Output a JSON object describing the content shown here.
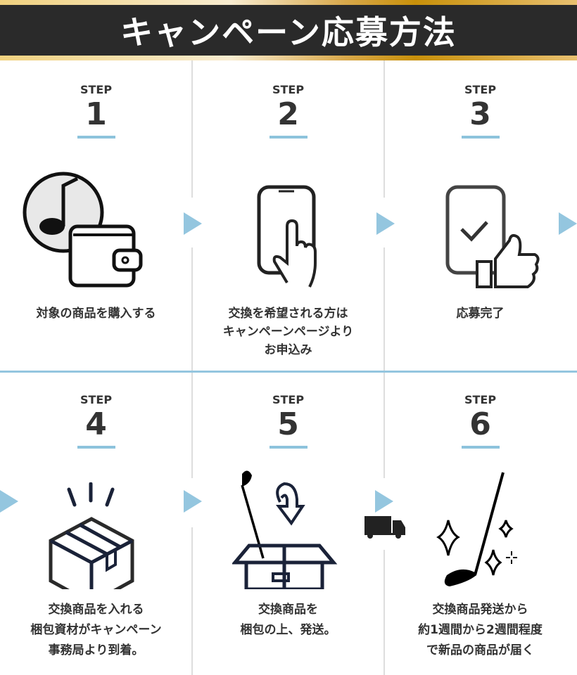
{
  "title": "キャンペーン応募方法",
  "colors": {
    "accent": "#94c6df",
    "header_bg": "#2a2a2a",
    "gold": "#c8900a"
  },
  "steps": [
    {
      "label": "STEP",
      "number": "1",
      "icon": "wallet-music-icon",
      "lines": [
        "対象の商品を購入する"
      ]
    },
    {
      "label": "STEP",
      "number": "2",
      "icon": "smartphone-tap-icon",
      "lines": [
        "交換を希望される方は",
        "キャンペーンページより",
        "お申込み"
      ]
    },
    {
      "label": "STEP",
      "number": "3",
      "icon": "smartphone-check-thumbs-up-icon",
      "lines": [
        "応募完了"
      ]
    },
    {
      "label": "STEP",
      "number": "4",
      "icon": "package-box-icon",
      "lines": [
        "交換商品を入れる",
        "梱包資材がキャンペーン",
        "事務局より到着。"
      ]
    },
    {
      "label": "STEP",
      "number": "5",
      "icon": "open-box-golf-club-icon",
      "lines": [
        "交換商品を",
        "梱包の上、発送。"
      ]
    },
    {
      "label": "STEP",
      "number": "6",
      "icon": "golf-club-sparkle-icon",
      "lines": [
        "交換商品発送から",
        "約1週間から2週間程度",
        "で新品の商品が届く"
      ]
    }
  ]
}
